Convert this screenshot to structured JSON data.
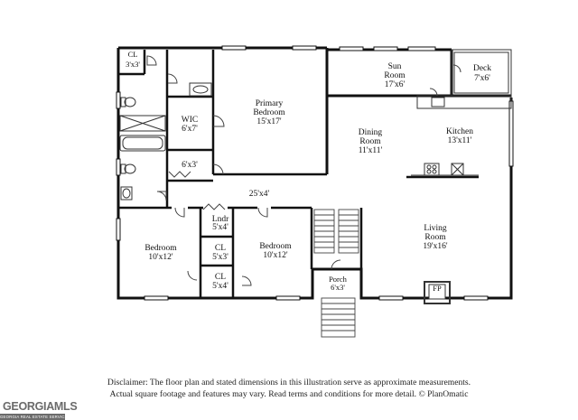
{
  "rooms": {
    "cl_top": {
      "name": "CL",
      "dims": "3'x3'"
    },
    "primary_bedroom": {
      "name_1": "Primary",
      "name_2": "Bedroom",
      "dims": "15'x17'"
    },
    "sun_room": {
      "name_1": "Sun",
      "name_2": "Room",
      "dims": "17'x6'"
    },
    "deck": {
      "name": "Deck",
      "dims": "7'x6'"
    },
    "wic": {
      "name": "WIC",
      "dims": "6'x7'"
    },
    "dining_room": {
      "name_1": "Dining",
      "name_2": "Room",
      "dims": "11'x11'"
    },
    "kitchen": {
      "name": "Kitchen",
      "dims": "13'x11'"
    },
    "closet_6x3": {
      "dims": "6'x3'"
    },
    "hall": {
      "dims": "25'x4'"
    },
    "laundry": {
      "name": "Lndr",
      "dims": "5'x4'"
    },
    "bedroom_left": {
      "name": "Bedroom",
      "dims": "10'x12'"
    },
    "cl_mid": {
      "name": "CL",
      "dims": "5'x3'"
    },
    "bedroom_mid": {
      "name": "Bedroom",
      "dims": "10'x12'"
    },
    "living_room": {
      "name_1": "Living",
      "name_2": "Room",
      "dims": "19'x16'"
    },
    "cl_low": {
      "name": "CL",
      "dims": "5'x4'"
    },
    "porch": {
      "name": "Porch",
      "dims": "6'x3'"
    },
    "fireplace": {
      "label": "FP"
    }
  },
  "disclaimer": {
    "line1": "Disclaimer: The floor plan and stated dimensions in this illustration serve as approximate measurements.",
    "line2": "Actual square footage and features may vary. Read terms and conditions for more detail. © PlanOmatic"
  },
  "logo": {
    "main": "GEORGIAMLS",
    "sub": "GEORGIA REAL ESTATE SERVICES"
  }
}
